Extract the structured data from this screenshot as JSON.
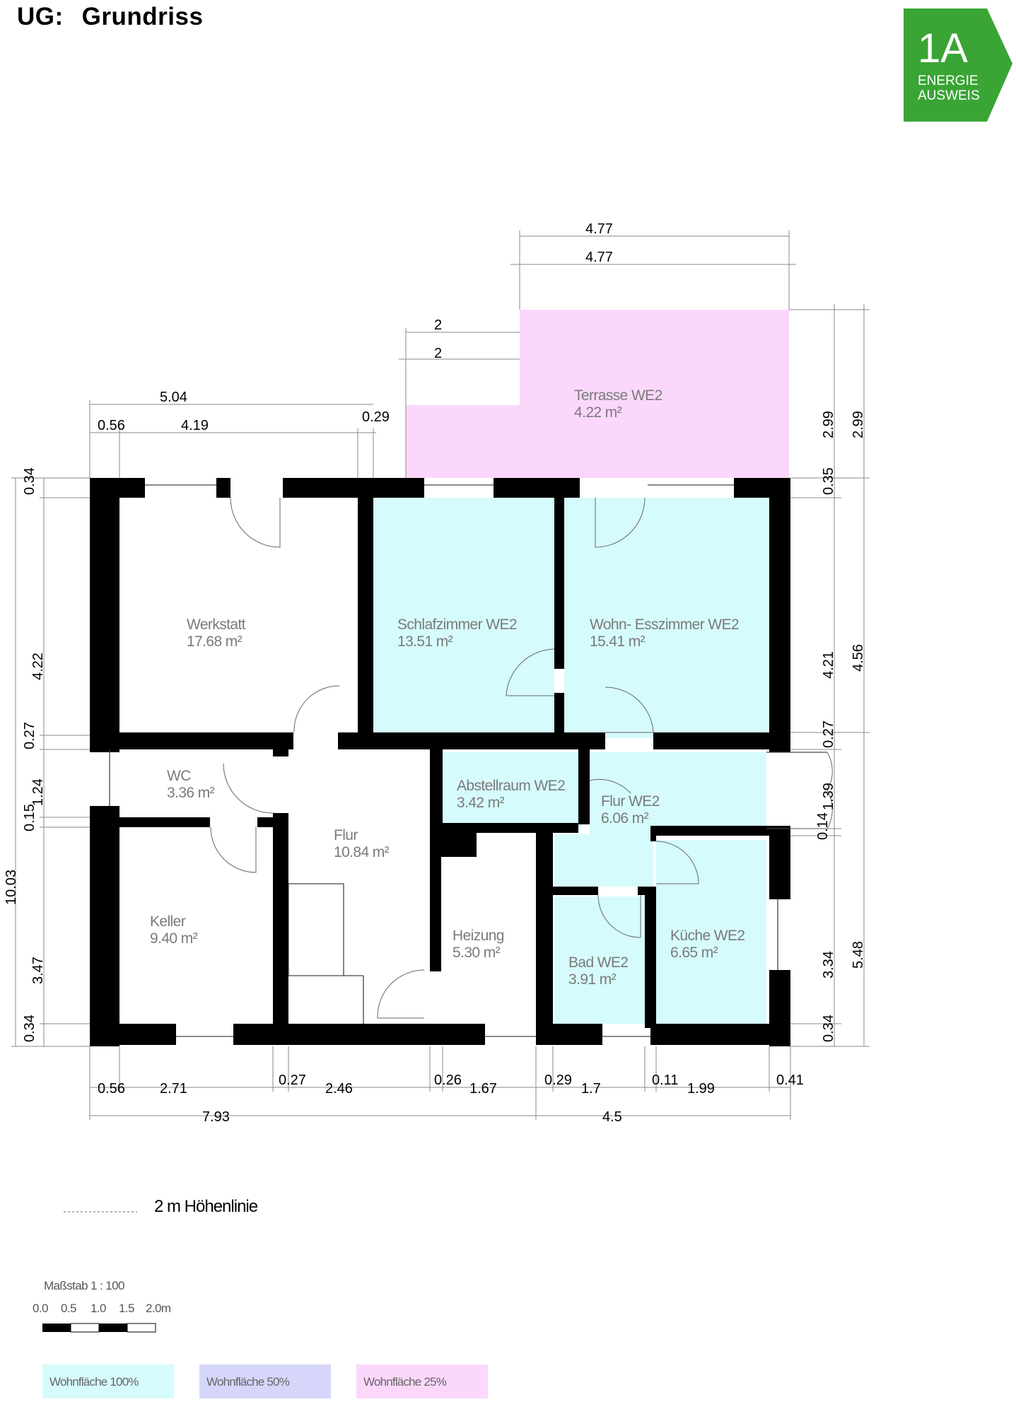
{
  "title": {
    "prefix": "UG:",
    "name": "Grundriss"
  },
  "logo": {
    "line1": "1A",
    "line2": "ENERGIE",
    "line3": "AUSWEIS",
    "color": "#3aa535"
  },
  "colors": {
    "full": "#d6fbfd",
    "half": "#d6d6fa",
    "quarter": "#fbd8fb",
    "wall": "#000000"
  },
  "rooms": {
    "terrasse": {
      "name": "Terrasse WE2",
      "area": "4.22 m²"
    },
    "werkstatt": {
      "name": "Werkstatt",
      "area": "17.68 m²"
    },
    "schlafzimmer": {
      "name": "Schlafzimmer WE2",
      "area": "13.51 m²"
    },
    "wohn": {
      "name": "Wohn- Esszimmer WE2",
      "area": "15.41 m²"
    },
    "wc": {
      "name": "WC",
      "area": "3.36 m²"
    },
    "abstell": {
      "name": "Abstellraum WE2",
      "area": "3.42 m²"
    },
    "flur_we2": {
      "name": "Flur WE2",
      "area": "6.06 m²"
    },
    "flur": {
      "name": "Flur",
      "area": "10.84 m²"
    },
    "keller": {
      "name": "Keller",
      "area": "9.40 m²"
    },
    "heizung": {
      "name": "Heizung",
      "area": "5.30 m²"
    },
    "bad": {
      "name": "Bad WE2",
      "area": "3.91 m²"
    },
    "kueche": {
      "name": "Küche WE2",
      "area": "6.65 m²"
    }
  },
  "dims": {
    "top_a": "4.77",
    "top_b": "4.77",
    "terr_a": "2",
    "terr_b": "2",
    "left_total": "5.04",
    "left_a": "0.56",
    "left_b": "4.19",
    "left_c": "0.29",
    "right_a": "2.99",
    "right_b": "2.99",
    "right_c": "0.35",
    "right_d": "4.21",
    "right_e": "4.56",
    "right_f": "0.27",
    "right_g": "1.39",
    "right_h": "0.14",
    "right_i": "3.34",
    "right_j": "5.48",
    "right_k": "0.34",
    "lv_a": "0.34",
    "lv_b": "4.22",
    "lv_c": "0.27",
    "lv_d": "1.24",
    "lv_e": "0.15",
    "lv_f": "10.03",
    "lv_g": "3.47",
    "lv_h": "0.34",
    "b1": "0.56",
    "b2": "2.71",
    "b3": "0.27",
    "b4": "2.46",
    "b5": "0.26",
    "b6": "1.67",
    "b7": "0.29",
    "b8": "1.7",
    "b9": "0.11",
    "b10": "1.99",
    "b11": "0.41",
    "bt1": "7.93",
    "bt2": "4.5"
  },
  "contour_label": "2 m Höhenlinie",
  "scale": {
    "label": "Maßstab 1 : 100",
    "ticks": [
      "0.0",
      "0.5",
      "1.0",
      "1.5",
      "2.0m"
    ]
  },
  "legend": [
    {
      "label": "Wohnfläche 100%",
      "color": "#d6fbfd"
    },
    {
      "label": "Wohnfläche 50%",
      "color": "#d6d6fa"
    },
    {
      "label": "Wohnfläche 25%",
      "color": "#fbd8fb"
    }
  ]
}
